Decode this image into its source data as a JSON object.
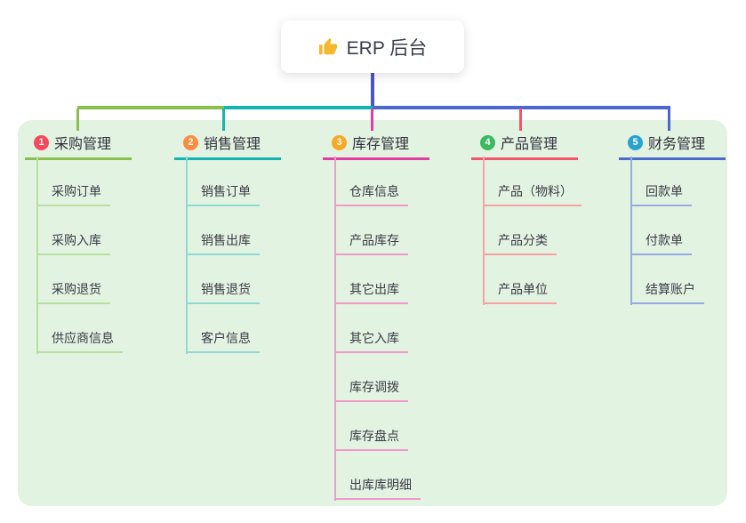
{
  "root": {
    "label": "ERP 后台",
    "icon": "thumbs-up-icon",
    "icon_color": "#f5b82e"
  },
  "canvas": {
    "panel_bg": "#e2f3e1",
    "page_bg": "#ffffff"
  },
  "connectors": {
    "root_line": "#4b55c7",
    "trunk_green": "#88bf4d",
    "trunk_teal": "#14b5b1",
    "trunk_blue": "#4a68cf",
    "drop_1": "#88bf4d",
    "drop_2": "#14b5b1",
    "drop_3": "#e23da0",
    "drop_4": "#f2566a",
    "drop_5": "#4a68cf"
  },
  "branches": [
    {
      "num": "1",
      "label": "采购管理",
      "badge_color": "#f8485e",
      "line_color": "#88bf4d",
      "child_line_color": "#b9dfa0",
      "children": [
        "采购订单",
        "采购入库",
        "采购退货",
        "供应商信息"
      ]
    },
    {
      "num": "2",
      "label": "销售管理",
      "badge_color": "#fd8c40",
      "line_color": "#14b5b1",
      "child_line_color": "#8fd9d4",
      "children": [
        "销售订单",
        "销售出库",
        "销售退货",
        "客户信息"
      ]
    },
    {
      "num": "3",
      "label": "库存管理",
      "badge_color": "#f9a825",
      "line_color": "#e23da0",
      "child_line_color": "#f09ac9",
      "children": [
        "仓库信息",
        "产品库存",
        "其它出库",
        "其它入库",
        "库存调拨",
        "库存盘点",
        "出库库明细"
      ]
    },
    {
      "num": "4",
      "label": "产品管理",
      "badge_color": "#3cba62",
      "line_color": "#f2566a",
      "child_line_color": "#f8a3a3",
      "children": [
        "产品（物料）",
        "产品分类",
        "产品单位"
      ]
    },
    {
      "num": "5",
      "label": "财务管理",
      "badge_color": "#2aa2cf",
      "line_color": "#4a6bd0",
      "child_line_color": "#97abe0",
      "children": [
        "回款单",
        "付款单",
        "结算账户"
      ]
    }
  ]
}
